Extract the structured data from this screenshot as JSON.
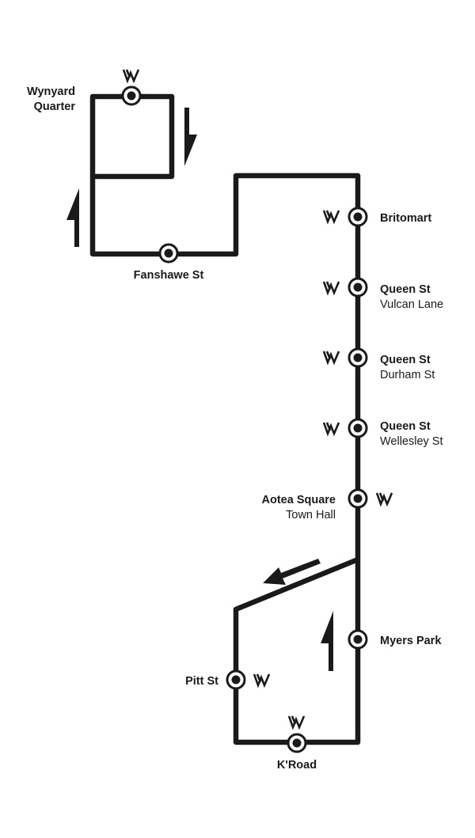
{
  "colors": {
    "line": "#1a1a1a",
    "background": "#ffffff",
    "stop_fill": "#ffffff"
  },
  "icons": {
    "station_feature": "w-icon",
    "direction": "direction-arrow-icon",
    "stop": "stop-marker-icon"
  },
  "stops": [
    {
      "name": "Wynyard",
      "name2": "Quarter",
      "sub": ""
    },
    {
      "name": "Fanshawe St",
      "sub": ""
    },
    {
      "name": "Britomart",
      "sub": ""
    },
    {
      "name": "Queen St",
      "sub": "Vulcan Lane"
    },
    {
      "name": "Queen St",
      "sub": "Durham St"
    },
    {
      "name": "Queen St",
      "sub": "Wellesley St"
    },
    {
      "name": "Aotea Square",
      "sub": "Town Hall"
    },
    {
      "name": "Myers Park",
      "sub": ""
    },
    {
      "name": "Pitt St",
      "sub": ""
    },
    {
      "name": "K'Road",
      "sub": ""
    }
  ]
}
